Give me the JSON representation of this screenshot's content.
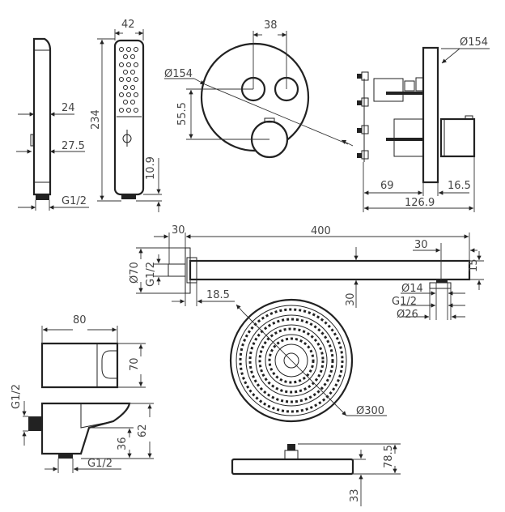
{
  "drawing": {
    "hand_shower": {
      "width": "42",
      "height": "234",
      "depth_top": "24",
      "depth_bottom": "27.5",
      "thread": "G1/2",
      "bottom_offset": "10.9"
    },
    "thermostat_front": {
      "button_spacing": "38",
      "diameter": "Ø154",
      "vertical_spacing": "55.5"
    },
    "thermostat_side": {
      "diameter": "Ø154",
      "depth_wall": "69",
      "depth_front": "16.5",
      "total_depth": "126.9"
    },
    "shower_arm": {
      "length": "400",
      "flange_depth": "30",
      "end_length": "30",
      "flange_diameter": "Ø70",
      "thread_wall": "G1/2",
      "offset": "18.5",
      "tube_height": "30",
      "end_height": "15",
      "outlet_diameter": "Ø14",
      "outlet_thread": "G1/2",
      "nut_diameter": "Ø26"
    },
    "wall_bracket": {
      "width": "80",
      "depth": "70",
      "thread_side": "G1/2",
      "outlet_height": "36",
      "height": "62",
      "thread_bottom": "G1/2"
    },
    "head_shower": {
      "diameter": "Ø300",
      "height": "78.5",
      "disk_height": "33"
    }
  }
}
